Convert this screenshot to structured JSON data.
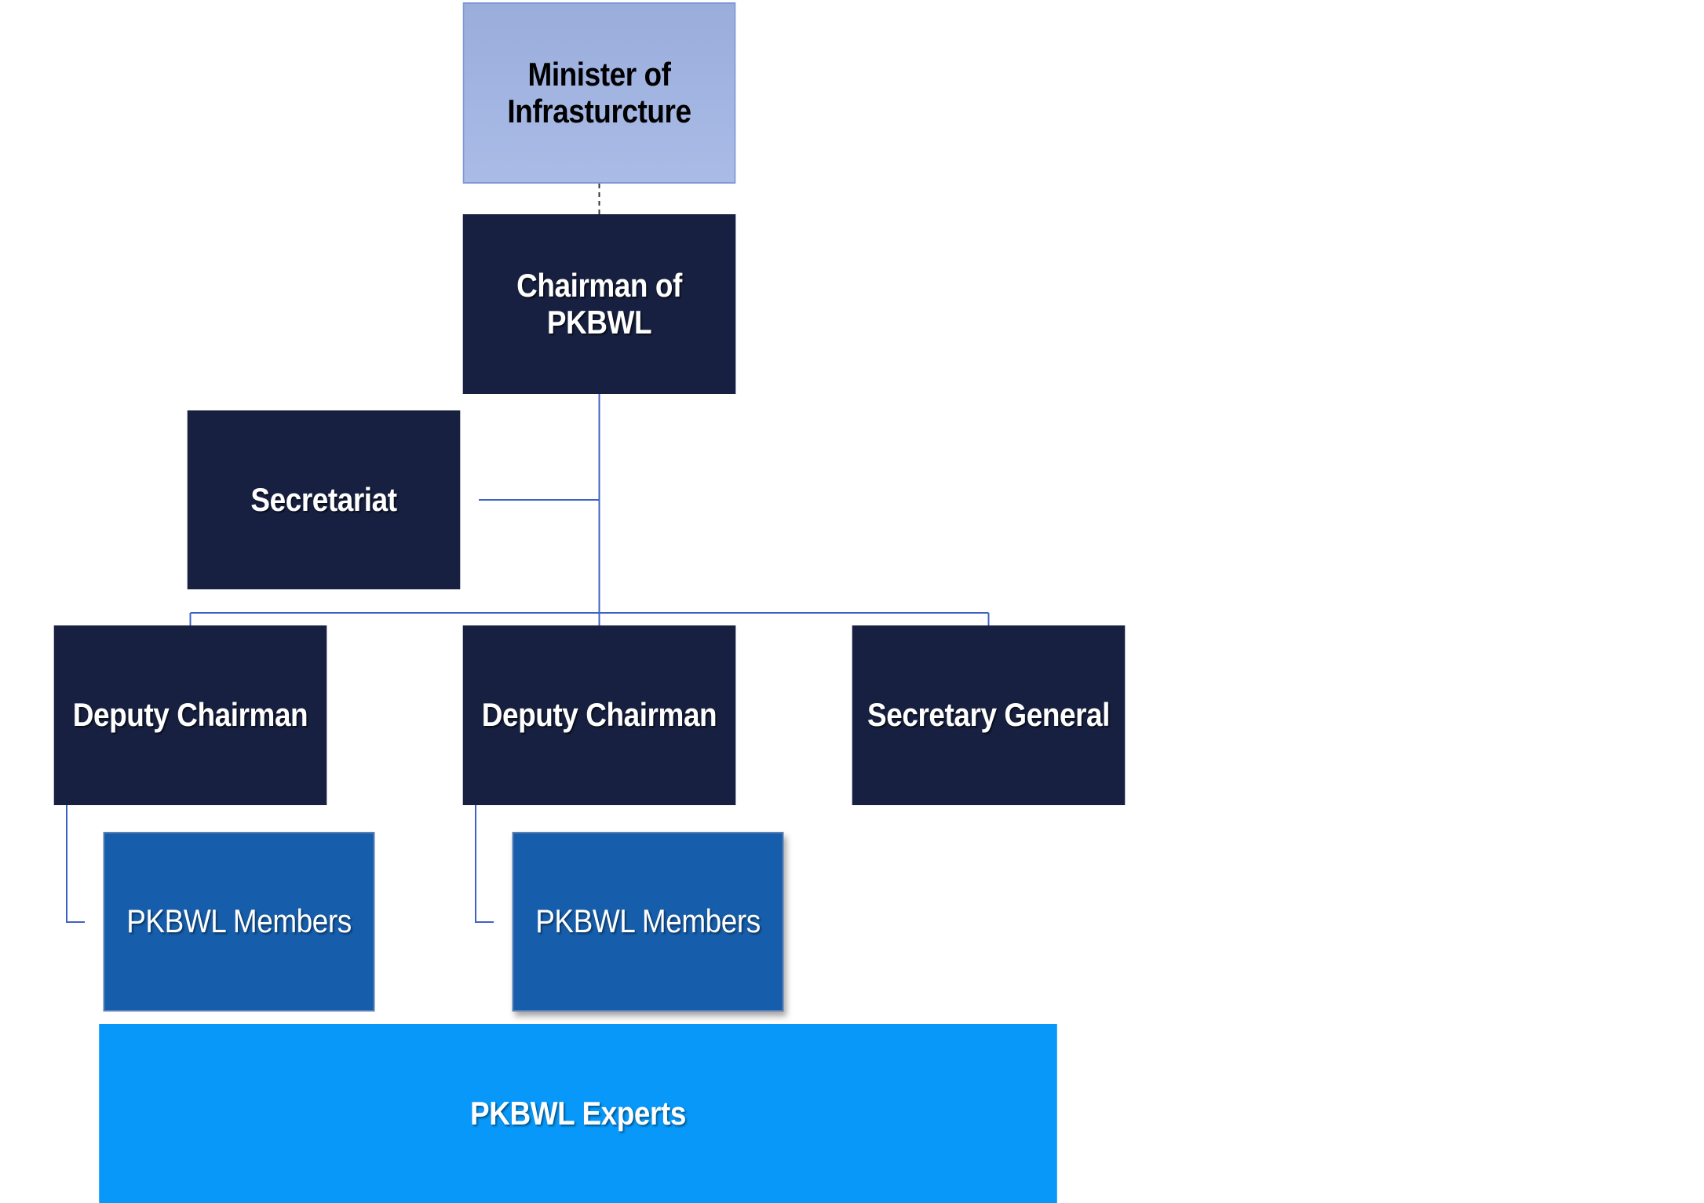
{
  "org_chart": {
    "minister": {
      "label": "Minister of\nInfrasturcture"
    },
    "chairman": {
      "label": "Chairman of PKBWL"
    },
    "secretariat": {
      "label": "Secretariat"
    },
    "deputy_chairman_1": {
      "label": "Deputy Chairman"
    },
    "deputy_chairman_2": {
      "label": "Deputy Chairman"
    },
    "secretary_general": {
      "label": "Secretary General"
    },
    "members_1": {
      "label": "PKBWL Members"
    },
    "members_2": {
      "label": "PKBWL Members"
    },
    "experts": {
      "label": "PKBWL Experts"
    }
  },
  "colors": {
    "dark_box": "#172040",
    "minister_box": "#9fb1de",
    "members_box": "#165eab",
    "experts_box": "#0798f9",
    "connector": "#3f63c2",
    "dashed_connector": "#333333"
  }
}
